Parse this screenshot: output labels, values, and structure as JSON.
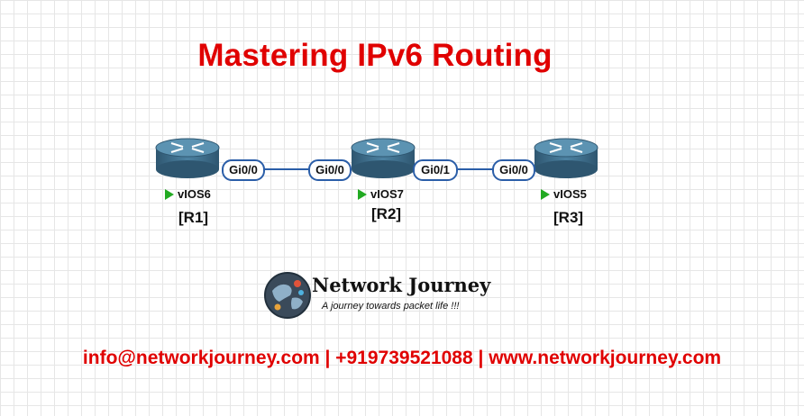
{
  "title": "Mastering IPv6 Routing",
  "routers": [
    {
      "hostname": "vIOS6",
      "label": "[R1]"
    },
    {
      "hostname": "vIOS7",
      "label": "[R2]"
    },
    {
      "hostname": "vIOS5",
      "label": "[R3]"
    }
  ],
  "links": [
    {
      "from": "R1",
      "from_iface": "Gi0/0",
      "to": "R2",
      "to_iface": "Gi0/0"
    },
    {
      "from": "R2",
      "from_iface": "Gi0/1",
      "to": "R3",
      "to_iface": "Gi0/0"
    }
  ],
  "brand": {
    "name": "Network Journey",
    "tagline": "A journey towards packet life !!!"
  },
  "contact": "info@networkjourney.com | +919739521088 | www.networkjourney.com",
  "colors": {
    "title": "#e00000",
    "link": "#2b5ea8",
    "status": "#22aa22",
    "router": "#3f6f8c"
  }
}
